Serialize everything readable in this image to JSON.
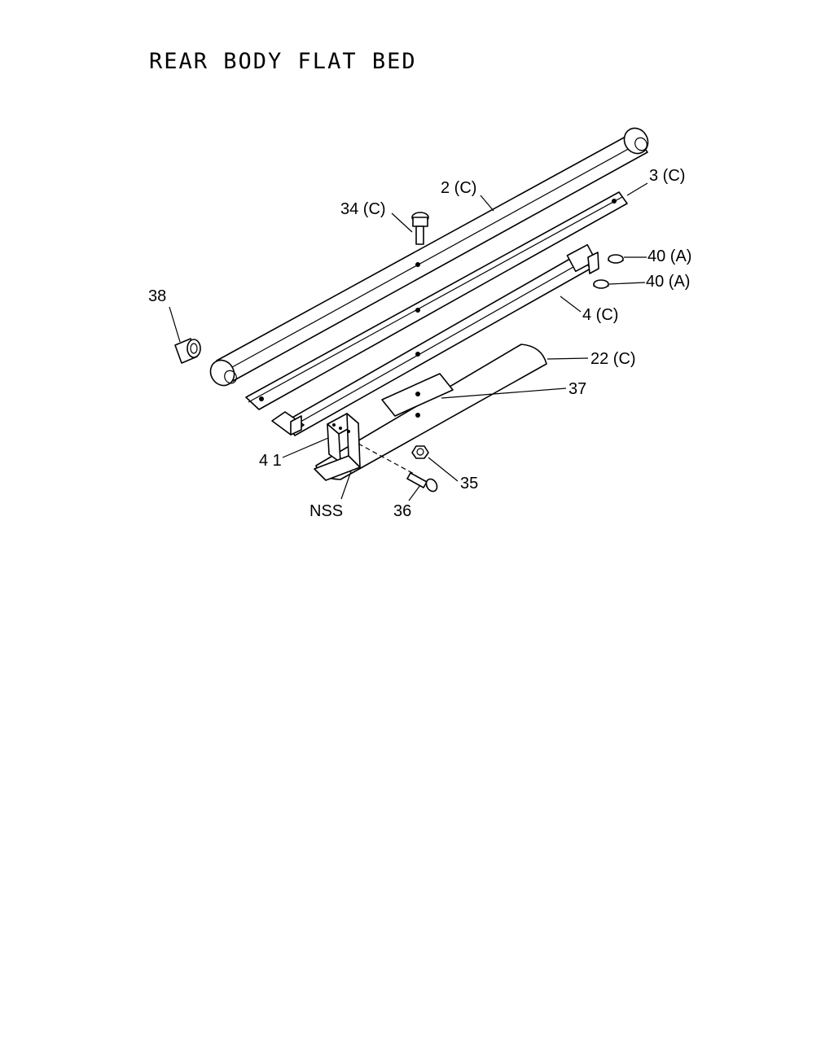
{
  "title": "REAR BODY FLAT BED",
  "callouts": {
    "c2": "2 (C)",
    "c3": "3 (C)",
    "c34": "34 (C)",
    "c40a": "40 (A)",
    "c40b": "40 (A)",
    "c38": "38",
    "c4": "4 (C)",
    "c22": "22 (C)",
    "c37": "37",
    "c41": "4 1",
    "c35": "35",
    "cnss": "NSS",
    "c36": "36"
  }
}
